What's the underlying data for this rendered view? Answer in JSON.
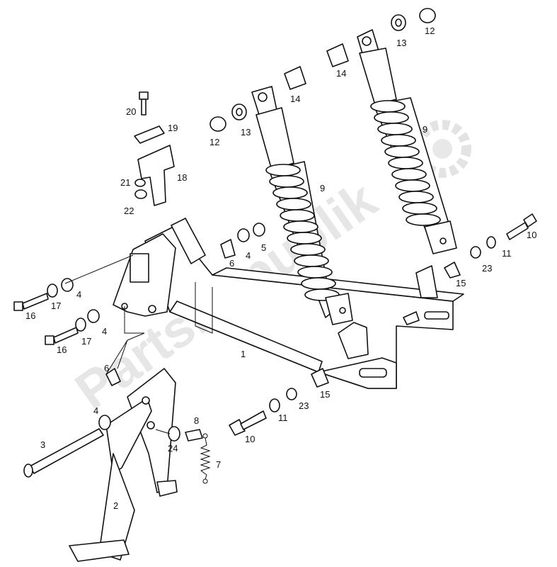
{
  "watermark": "PartsRepublik",
  "callouts": [
    {
      "id": "c1",
      "text": "1"
    },
    {
      "id": "c2",
      "text": "2"
    },
    {
      "id": "c3",
      "text": "3"
    },
    {
      "id": "c4a",
      "text": "4"
    },
    {
      "id": "c4b",
      "text": "4"
    },
    {
      "id": "c4c",
      "text": "4"
    },
    {
      "id": "c4d",
      "text": "4"
    },
    {
      "id": "c5",
      "text": "5"
    },
    {
      "id": "c6a",
      "text": "6"
    },
    {
      "id": "c6b",
      "text": "6"
    },
    {
      "id": "c7",
      "text": "7"
    },
    {
      "id": "c8",
      "text": "8"
    },
    {
      "id": "c9a",
      "text": "9"
    },
    {
      "id": "c9b",
      "text": "9"
    },
    {
      "id": "c10a",
      "text": "10"
    },
    {
      "id": "c10b",
      "text": "10"
    },
    {
      "id": "c11a",
      "text": "11"
    },
    {
      "id": "c11b",
      "text": "11"
    },
    {
      "id": "c12a",
      "text": "12"
    },
    {
      "id": "c12b",
      "text": "12"
    },
    {
      "id": "c13a",
      "text": "13"
    },
    {
      "id": "c13b",
      "text": "13"
    },
    {
      "id": "c14a",
      "text": "14"
    },
    {
      "id": "c14b",
      "text": "14"
    },
    {
      "id": "c15a",
      "text": "15"
    },
    {
      "id": "c15b",
      "text": "15"
    },
    {
      "id": "c16a",
      "text": "16"
    },
    {
      "id": "c16b",
      "text": "16"
    },
    {
      "id": "c17a",
      "text": "17"
    },
    {
      "id": "c17b",
      "text": "17"
    },
    {
      "id": "c18",
      "text": "18"
    },
    {
      "id": "c19",
      "text": "19"
    },
    {
      "id": "c20",
      "text": "20"
    },
    {
      "id": "c21",
      "text": "21"
    },
    {
      "id": "c22",
      "text": "22"
    },
    {
      "id": "c23a",
      "text": "23"
    },
    {
      "id": "c23b",
      "text": "23"
    },
    {
      "id": "c24",
      "text": "24"
    }
  ]
}
